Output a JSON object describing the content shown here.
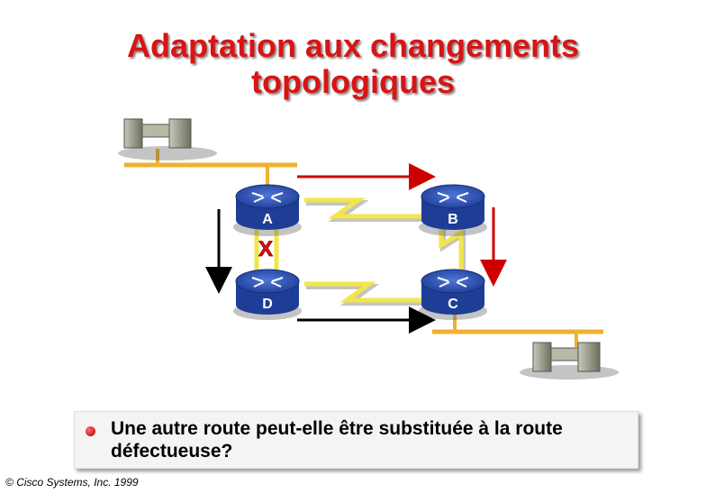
{
  "title": {
    "line1": "Adaptation aux changements",
    "line2": "topologiques"
  },
  "routers": [
    {
      "id": "A",
      "label": "A"
    },
    {
      "id": "B",
      "label": "B"
    },
    {
      "id": "C",
      "label": "C"
    },
    {
      "id": "D",
      "label": "D"
    }
  ],
  "failure_marker": "X",
  "question": "Une autre route peut-elle être substituée à la route défectueuse?",
  "footer": "Cisco Systems, Inc. 1999",
  "footer_symbol": "©",
  "colors": {
    "title": "#d81414",
    "router": "#2b4fb0",
    "wan_link": "#f2e64a",
    "lan": "#f0b030",
    "path_primary": "#cc0000",
    "path_alternate": "#000000"
  }
}
